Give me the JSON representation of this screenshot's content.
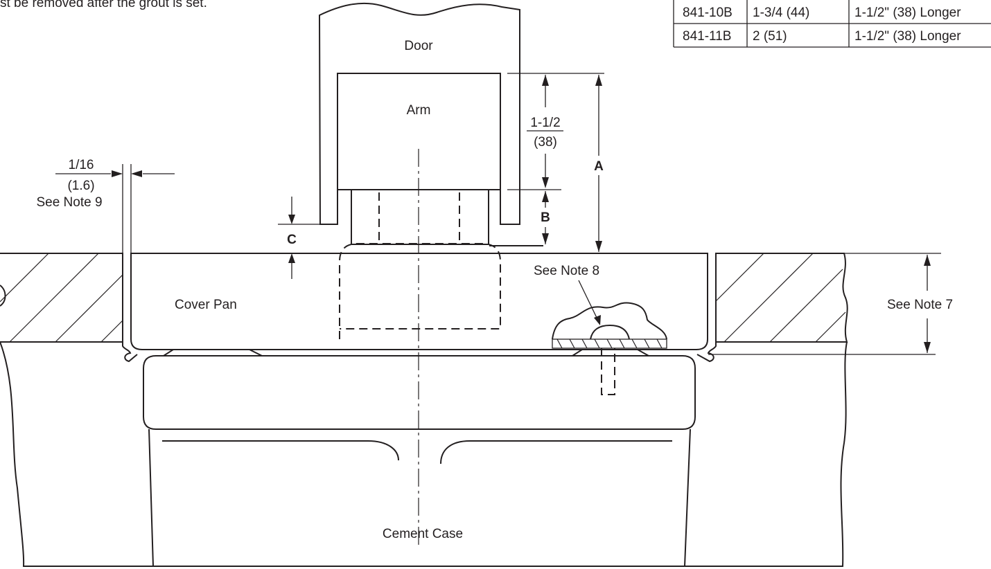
{
  "header_note": "st be removed after the grout is set.",
  "table": {
    "rows": [
      [
        "841-10B",
        "1-3/4 (44)",
        "1-1/2\" (38) Longer"
      ],
      [
        "841-11B",
        "2 (51)",
        "1-1/2\" (38) Longer"
      ]
    ]
  },
  "labels": {
    "door": "Door",
    "arm": "Arm",
    "cover_pan": "Cover Pan",
    "cement_case": "Cement Case",
    "see_note_8": "See Note 8",
    "see_note_7": "See Note 7",
    "see_note_9": "See Note 9"
  },
  "dimensions": {
    "gap_frac": "1/16",
    "gap_metric": "(1.6)",
    "arm_frac": "1-1/2",
    "arm_metric": "(38)",
    "a": "A",
    "b": "B",
    "c": "C"
  }
}
